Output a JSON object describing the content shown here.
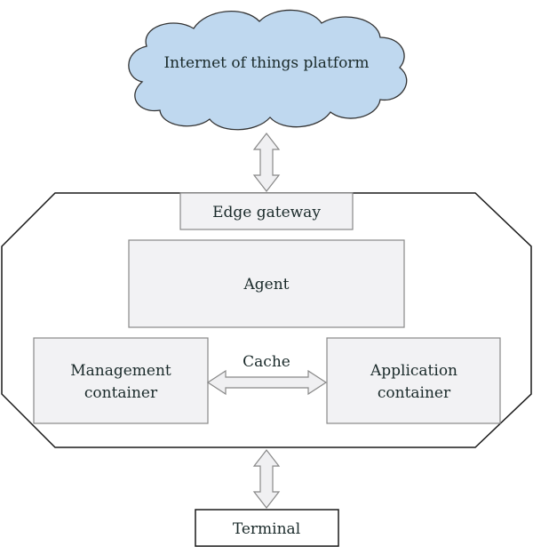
{
  "cloud": {
    "label": "Internet of things platform"
  },
  "gateway": {
    "label": "Edge gateway"
  },
  "agent": {
    "label": "Agent"
  },
  "management": {
    "line1": "Management",
    "line2": "container"
  },
  "application": {
    "line1": "Application",
    "line2": "container"
  },
  "cache": {
    "label": "Cache"
  },
  "terminal": {
    "label": "Terminal"
  },
  "colors": {
    "cloud_fill": "#bfd8ef",
    "box_fill": "#f2f2f4",
    "arrow_fill": "#f0f0f2",
    "stroke": "#888888",
    "outline": "#1a1a1a"
  }
}
